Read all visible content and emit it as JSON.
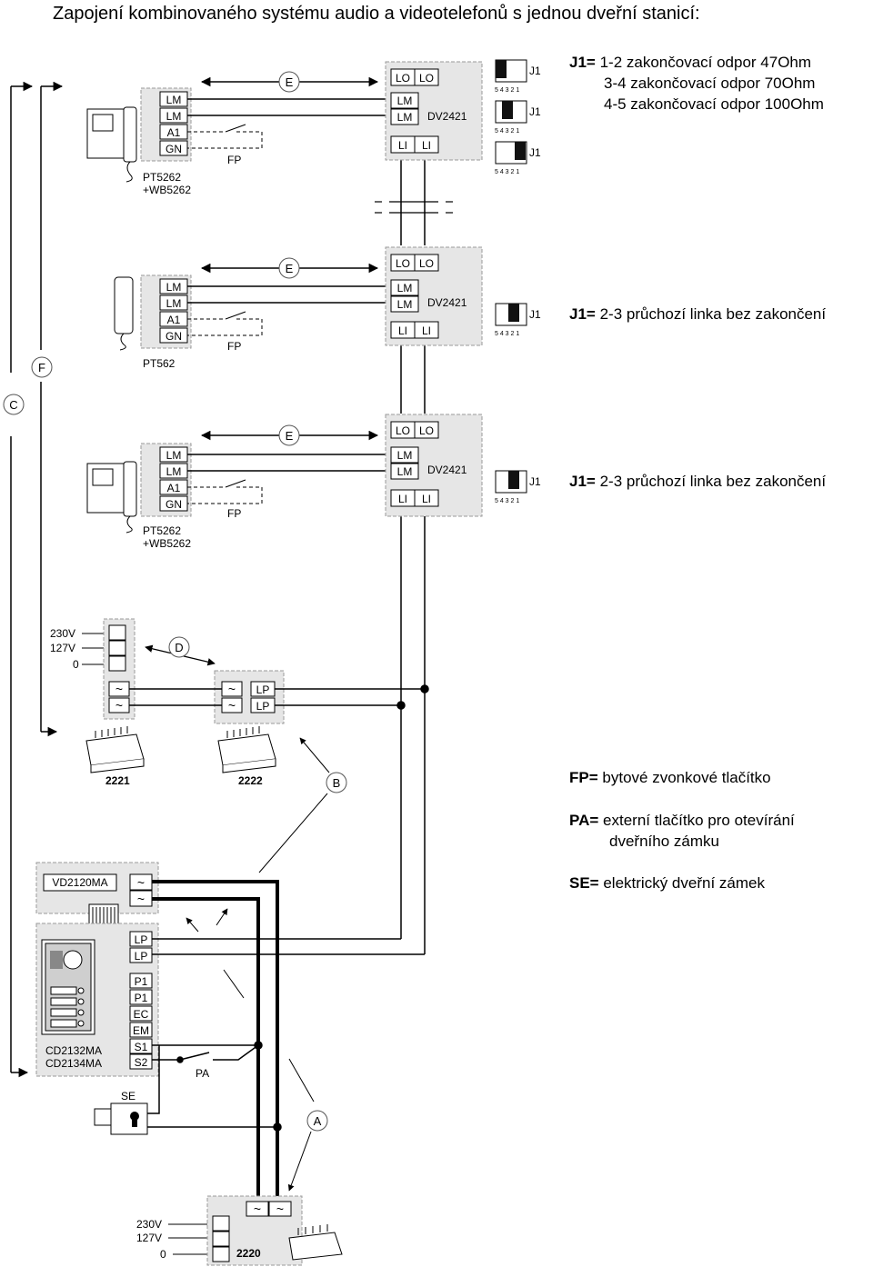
{
  "title": "Zapojení kombinovaného systému audio a videotelefonů s jednou dveřní stanicí:",
  "notes": {
    "j1_terminations": {
      "key": "J1=",
      "lines": [
        "1-2 zakončovací odpor 47Ohm",
        "3-4 zakončovací odpor 70Ohm",
        "4-5 zakončovací odpor 100Ohm"
      ]
    },
    "j1_pass_1": {
      "key": "J1=",
      "text": "2-3 průchozí linka bez zakončení"
    },
    "j1_pass_2": {
      "key": "J1=",
      "text": "2-3 průchozí linka bez zakončení"
    },
    "fp": {
      "key": "FP=",
      "text": "bytové zvonkové tlačítko"
    },
    "pa": {
      "key": "PA=",
      "text": "externí tlačítko pro otevírání",
      "text2": "dveřního zámku"
    },
    "se": {
      "key": "SE=",
      "text": "elektrický dveřní zámek"
    }
  },
  "devices": {
    "dv": {
      "lo": "LO",
      "lm": "LM",
      "li": "LI",
      "model": "DV2421"
    },
    "phone_terminals": [
      "LM",
      "LM",
      "A1",
      "GN"
    ],
    "fp_label": "FP",
    "j1_label": "J1",
    "jumper_pins": "5 4 3 2 1",
    "phone1_model": [
      "PT5262",
      "+WB5262"
    ],
    "phone2_model": [
      "PT562"
    ],
    "phone3_model": [
      "PT5262",
      "+WB5262"
    ],
    "psu_voltages": [
      "230V",
      "127V",
      "0"
    ],
    "ac_symbol": "~",
    "lp": "LP",
    "psu1": "2221",
    "psu2": "2222",
    "psu3": "2220",
    "vd_model": "VD2120MA",
    "panel_terminals": [
      "LP",
      "LP",
      "P1",
      "P1",
      "EC",
      "EM",
      "S1",
      "S2"
    ],
    "panel_models": [
      "CD2132MA",
      "CD2134MA"
    ],
    "pa_label": "PA",
    "se_label": "SE"
  },
  "callouts": {
    "a": "A",
    "b": "B",
    "c": "C",
    "d": "D",
    "e": "E",
    "f": "F"
  },
  "colors": {
    "line": "#000000",
    "box_fill": "#e6e6e6",
    "box_border": "#9a9a9a"
  }
}
